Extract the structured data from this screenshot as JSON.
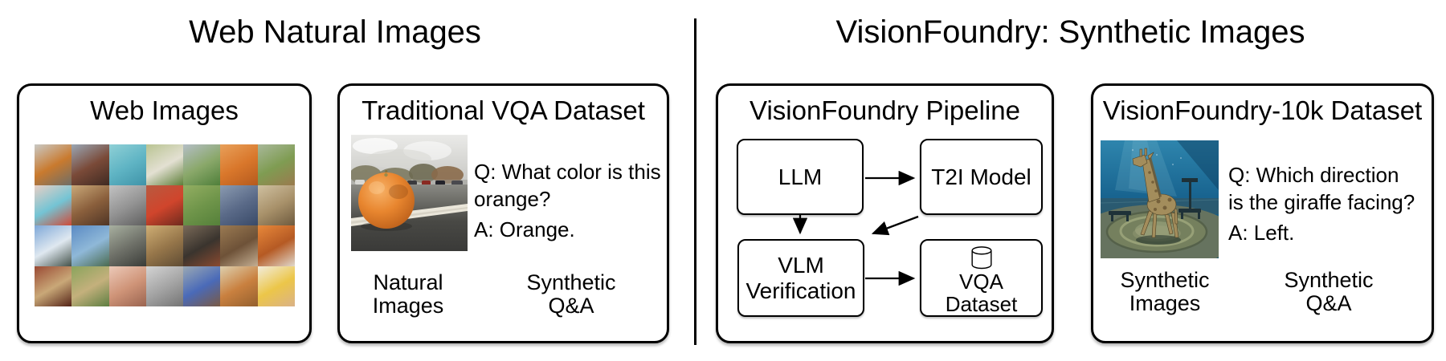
{
  "figure": {
    "background": "#ffffff",
    "border_color": "#000000",
    "text_color": "#000000",
    "divider_color": "#000000"
  },
  "left_section": {
    "title": "Web Natural Images",
    "web_images_box": {
      "title": "Web Images",
      "tiles": [
        {
          "name": "orange-on-road",
          "colors": [
            "#c9c9c5",
            "#c97a2e",
            "#6e6e68"
          ]
        },
        {
          "name": "clock-tower",
          "colors": [
            "#9aa7b5",
            "#7a4a38",
            "#3f2a22"
          ]
        },
        {
          "name": "surfer-wave",
          "colors": [
            "#8fd0d6",
            "#5fb4c4",
            "#3f93a8"
          ]
        },
        {
          "name": "sheep-on-grass",
          "colors": [
            "#b9c492",
            "#e3e0d2",
            "#5e7f39"
          ]
        },
        {
          "name": "kite-field",
          "colors": [
            "#b4bec6",
            "#8aa86a",
            "#4f7f3a"
          ]
        },
        {
          "name": "desert-airplane",
          "colors": [
            "#e8a05a",
            "#d9772b",
            "#b55a1e"
          ]
        },
        {
          "name": "baseball-game",
          "colors": [
            "#a8b89a",
            "#7f9c52",
            "#9a7a4e"
          ]
        },
        {
          "name": "toothbrush",
          "colors": [
            "#e8cfc5",
            "#74c4d4",
            "#cf4a38"
          ]
        },
        {
          "name": "framed-photo",
          "colors": [
            "#c9a878",
            "#8a5f3c",
            "#4f3526"
          ]
        },
        {
          "name": "bw-cattle-field",
          "colors": [
            "#c2c2c2",
            "#939393",
            "#5f5f5f"
          ]
        },
        {
          "name": "family-dinner",
          "colors": [
            "#b85a40",
            "#d0452c",
            "#6e2a1e"
          ]
        },
        {
          "name": "dogs-on-grass",
          "colors": [
            "#93ae62",
            "#6f954a",
            "#55803a"
          ]
        },
        {
          "name": "baseball-batter",
          "colors": [
            "#8a9ab0",
            "#5a6a88",
            "#394a68"
          ]
        },
        {
          "name": "sepia-farm",
          "colors": [
            "#cfc0a0",
            "#a8916a",
            "#6e5a3e"
          ]
        },
        {
          "name": "kites-in-sky",
          "colors": [
            "#7fa8d8",
            "#dfe8f0",
            "#44524a"
          ]
        },
        {
          "name": "building-flags",
          "colors": [
            "#5a8ac4",
            "#8fb8d8",
            "#4a6a50"
          ]
        },
        {
          "name": "motorcycles",
          "colors": [
            "#a8b0a0",
            "#6e7068",
            "#3a3c38"
          ]
        },
        {
          "name": "shop-interior",
          "colors": [
            "#cfae74",
            "#96764a",
            "#5f4c34"
          ]
        },
        {
          "name": "computer-monitor",
          "colors": [
            "#7a6a58",
            "#3a342e",
            "#8a4a30"
          ]
        },
        {
          "name": "bear-closeup",
          "colors": [
            "#9a7a52",
            "#6e5238",
            "#c4ae92"
          ]
        },
        {
          "name": "orange-living-room",
          "colors": [
            "#e8883a",
            "#b55a24",
            "#e0d8cc"
          ]
        },
        {
          "name": "restaurant-diners",
          "colors": [
            "#9a4a34",
            "#c9a878",
            "#552418"
          ]
        },
        {
          "name": "zoo-giraffes",
          "colors": [
            "#8aa45c",
            "#c4b07c",
            "#5e7f42"
          ]
        },
        {
          "name": "baby-face",
          "colors": [
            "#ecc9b8",
            "#cf9478",
            "#9a6450"
          ]
        },
        {
          "name": "bw-carving",
          "colors": [
            "#d4d4d4",
            "#a4a4a4",
            "#747474"
          ]
        },
        {
          "name": "street-bus",
          "colors": [
            "#9aa8b4",
            "#4a6ab8",
            "#7a5a44"
          ]
        },
        {
          "name": "pizza-table",
          "colors": [
            "#ddcfae",
            "#c9803f",
            "#94602e"
          ]
        },
        {
          "name": "banana-crackers",
          "colors": [
            "#f2ecdc",
            "#ecc649",
            "#dab288"
          ]
        }
      ]
    },
    "vqa_box": {
      "title": "Traditional VQA Dataset",
      "image_name": "orange-on-road-photo",
      "image_palette": {
        "sky_top": "#eaeae8",
        "sky_bottom": "#c6c6c2",
        "tree_olive": "#7d7a60",
        "tree_green": "#6e6a52",
        "tree_brown": "#8a6a4a",
        "asphalt_top": "#8a8a84",
        "asphalt_mid": "#494945",
        "asphalt_dark": "#3a3a38",
        "stripe": "#eae6da",
        "orange_light": "#f7b268",
        "orange_mid": "#e8862f",
        "orange_dark": "#b05514",
        "stem": "#86713c"
      },
      "question_lines": [
        "Q: What color is this",
        "orange?"
      ],
      "answer": "A: Orange.",
      "label_left_lines": [
        "Natural",
        "Images"
      ],
      "label_right_lines": [
        "Synthetic",
        "Q&A"
      ]
    }
  },
  "right_section": {
    "title": "VisionFoundry: Synthetic Images",
    "pipeline_box": {
      "title": "VisionFoundry Pipeline",
      "nodes": {
        "llm": "LLM",
        "t2i": "T2I Model",
        "vlm_lines": [
          "VLM",
          "Verification"
        ],
        "vqa": "VQA Dataset"
      }
    },
    "dataset_box": {
      "title": "VisionFoundry-10k Dataset",
      "image_name": "underwater-giraffe-photo",
      "image_palette": {
        "water_top": "#2e85ad",
        "water_mid": "#17628e",
        "water_deep": "#14506b",
        "beam": "#9ed2e2",
        "road": "#2c5a6e",
        "ground": "#66735f",
        "plaza": "#75805e",
        "ring_light": "#97a077",
        "ring_dark": "#55614a",
        "plaza_center": "#8c9671",
        "bench": "#1e3138",
        "giraffe_body": "#a38d5c",
        "giraffe_dark": "#6d5935"
      },
      "question_lines": [
        "Q: Which direction",
        "is the giraffe facing?"
      ],
      "answer": "A: Left.",
      "label_left_lines": [
        "Synthetic",
        "Images"
      ],
      "label_right_lines": [
        "Synthetic",
        "Q&A"
      ]
    }
  }
}
